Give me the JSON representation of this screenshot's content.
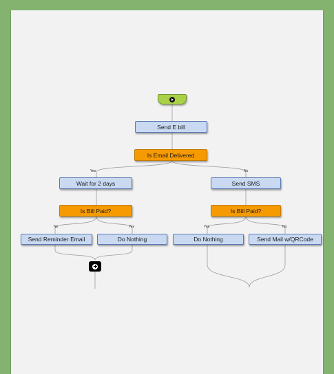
{
  "flow": {
    "start_icon": "play-icon",
    "send_ebill": "Send E bill",
    "is_email_delivered": "Is Email Delivered",
    "yes_label_1": "Yes",
    "no_label_1": "No",
    "wait_2_days": "Wait for 2 days",
    "send_sms": "Send SMS",
    "is_bill_paid_left": "Is Bill Paid?",
    "is_bill_paid_right": "Is Bill Paid?",
    "no_label_left": "No",
    "yes_label_left": "Yes",
    "yes_label_right": "Yes",
    "no_label_right": "No",
    "send_reminder_email": "Send Reminder Email",
    "do_nothing_left": "Do Nothing",
    "do_nothing_right": "Do Nothing",
    "send_mail_qrcode": "Send Mail w/QRCode",
    "add_icon": "plus-icon"
  },
  "colors": {
    "frame": "#84b370",
    "canvas": "#f2f2f2",
    "action": "#c9d9f2",
    "decision": "#f59a00",
    "start": "#a8d148"
  }
}
